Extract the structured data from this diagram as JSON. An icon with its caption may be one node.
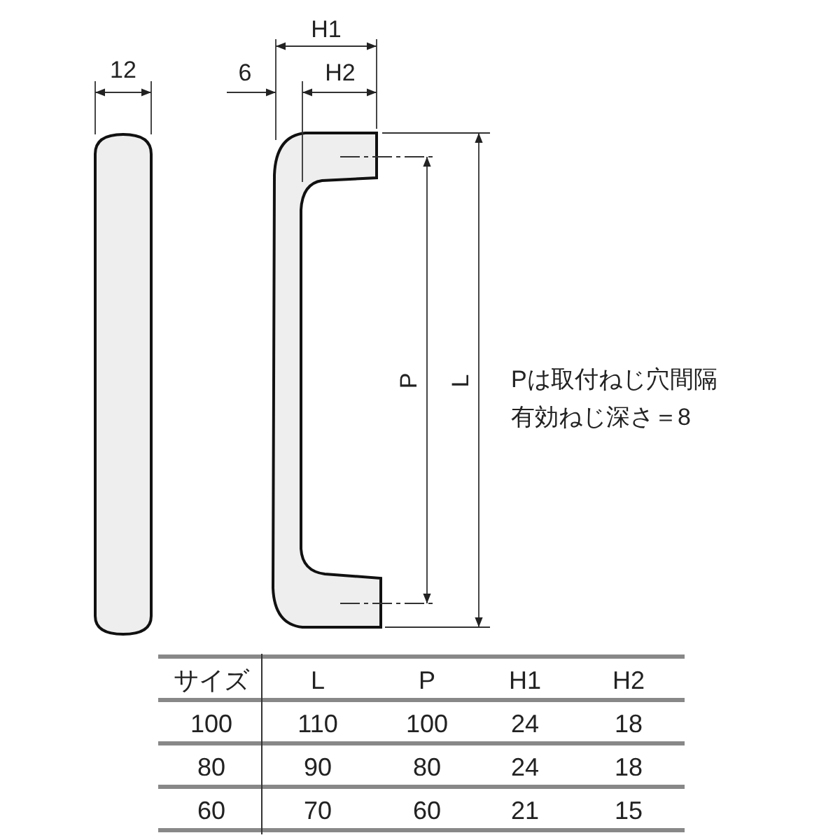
{
  "diagram": {
    "labels": [
      "12",
      "6",
      "H1",
      "H2",
      "P",
      "L",
      "Pは取付ねじ穴間隔",
      "有効ねじ深さ＝8",
      "サイズ",
      "L",
      "P",
      "H1",
      "H2",
      "100",
      "110",
      "100",
      "24",
      "18",
      "80",
      "90",
      "80",
      "24",
      "18",
      "60",
      "70",
      "60",
      "21",
      "15"
    ]
  }
}
